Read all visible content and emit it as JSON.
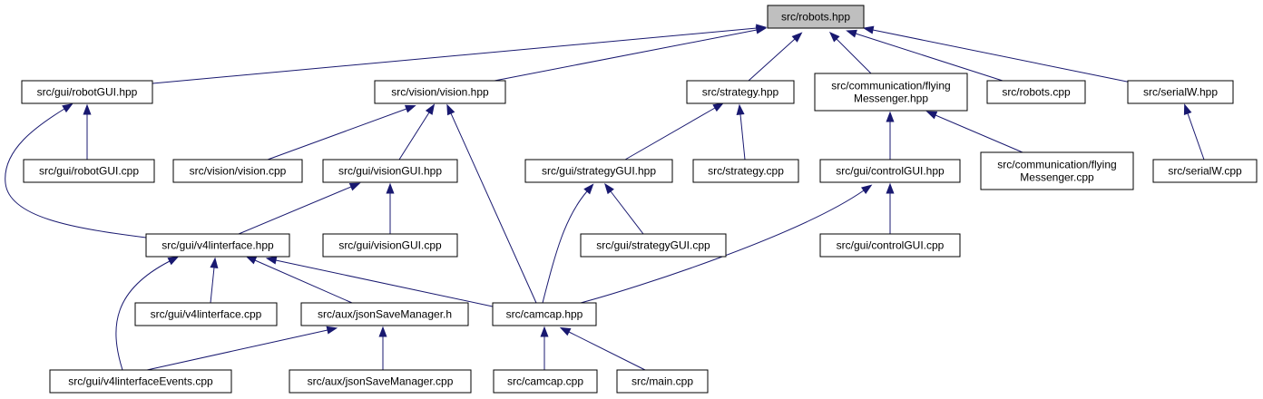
{
  "diagram": {
    "colors": {
      "edge": "#191970",
      "root_fill": "#bfbfbf",
      "node_fill": "#ffffff",
      "node_stroke": "#000000"
    },
    "nodes": [
      {
        "id": "robots_hpp",
        "lines": [
          "src/robots.hpp"
        ],
        "root": true
      },
      {
        "id": "robotGUI_hpp",
        "lines": [
          "src/gui/robotGUI.hpp"
        ]
      },
      {
        "id": "vision_hpp",
        "lines": [
          "src/vision/vision.hpp"
        ]
      },
      {
        "id": "strategy_hpp",
        "lines": [
          "src/strategy.hpp"
        ]
      },
      {
        "id": "flyingMessenger_hpp",
        "lines": [
          "src/communication/flying",
          "Messenger.hpp"
        ]
      },
      {
        "id": "robots_cpp",
        "lines": [
          "src/robots.cpp"
        ]
      },
      {
        "id": "serialW_hpp",
        "lines": [
          "src/serialW.hpp"
        ]
      },
      {
        "id": "robotGUI_cpp",
        "lines": [
          "src/gui/robotGUI.cpp"
        ]
      },
      {
        "id": "vision_cpp",
        "lines": [
          "src/vision/vision.cpp"
        ]
      },
      {
        "id": "visionGUI_hpp",
        "lines": [
          "src/gui/visionGUI.hpp"
        ]
      },
      {
        "id": "strategyGUI_hpp",
        "lines": [
          "src/gui/strategyGUI.hpp"
        ]
      },
      {
        "id": "strategy_cpp",
        "lines": [
          "src/strategy.cpp"
        ]
      },
      {
        "id": "controlGUI_hpp",
        "lines": [
          "src/gui/controlGUI.hpp"
        ]
      },
      {
        "id": "flyingMessenger_cpp",
        "lines": [
          "src/communication/flying",
          "Messenger.cpp"
        ]
      },
      {
        "id": "serialW_cpp",
        "lines": [
          "src/serialW.cpp"
        ]
      },
      {
        "id": "v4linterface_hpp",
        "lines": [
          "src/gui/v4linterface.hpp"
        ]
      },
      {
        "id": "visionGUI_cpp",
        "lines": [
          "src/gui/visionGUI.cpp"
        ]
      },
      {
        "id": "strategyGUI_cpp",
        "lines": [
          "src/gui/strategyGUI.cpp"
        ]
      },
      {
        "id": "controlGUI_cpp",
        "lines": [
          "src/gui/controlGUI.cpp"
        ]
      },
      {
        "id": "v4linterface_cpp",
        "lines": [
          "src/gui/v4linterface.cpp"
        ]
      },
      {
        "id": "jsonSaveManager_h",
        "lines": [
          "src/aux/jsonSaveManager.h"
        ]
      },
      {
        "id": "camcap_hpp",
        "lines": [
          "src/camcap.hpp"
        ]
      },
      {
        "id": "v4linterfaceEvents_cpp",
        "lines": [
          "src/gui/v4linterfaceEvents.cpp"
        ]
      },
      {
        "id": "jsonSaveManager_cpp",
        "lines": [
          "src/aux/jsonSaveManager.cpp"
        ]
      },
      {
        "id": "camcap_cpp",
        "lines": [
          "src/camcap.cpp"
        ]
      },
      {
        "id": "main_cpp",
        "lines": [
          "src/main.cpp"
        ]
      }
    ],
    "edges": [
      {
        "from": "robotGUI_hpp",
        "to": "robots_hpp"
      },
      {
        "from": "vision_hpp",
        "to": "robots_hpp"
      },
      {
        "from": "strategy_hpp",
        "to": "robots_hpp"
      },
      {
        "from": "flyingMessenger_hpp",
        "to": "robots_hpp"
      },
      {
        "from": "robots_cpp",
        "to": "robots_hpp"
      },
      {
        "from": "serialW_hpp",
        "to": "robots_hpp"
      },
      {
        "from": "robotGUI_cpp",
        "to": "robotGUI_hpp"
      },
      {
        "from": "v4linterface_hpp",
        "to": "robotGUI_hpp"
      },
      {
        "from": "vision_cpp",
        "to": "vision_hpp"
      },
      {
        "from": "visionGUI_hpp",
        "to": "vision_hpp"
      },
      {
        "from": "camcap_hpp",
        "to": "vision_hpp"
      },
      {
        "from": "strategyGUI_hpp",
        "to": "strategy_hpp"
      },
      {
        "from": "strategy_cpp",
        "to": "strategy_hpp"
      },
      {
        "from": "controlGUI_hpp",
        "to": "flyingMessenger_hpp"
      },
      {
        "from": "flyingMessenger_cpp",
        "to": "flyingMessenger_hpp"
      },
      {
        "from": "serialW_cpp",
        "to": "serialW_hpp"
      },
      {
        "from": "v4linterface_hpp",
        "to": "visionGUI_hpp"
      },
      {
        "from": "visionGUI_cpp",
        "to": "visionGUI_hpp"
      },
      {
        "from": "strategyGUI_cpp",
        "to": "strategyGUI_hpp"
      },
      {
        "from": "camcap_hpp",
        "to": "strategyGUI_hpp"
      },
      {
        "from": "controlGUI_cpp",
        "to": "controlGUI_hpp"
      },
      {
        "from": "camcap_hpp",
        "to": "controlGUI_hpp"
      },
      {
        "from": "v4linterface_cpp",
        "to": "v4linterface_hpp"
      },
      {
        "from": "jsonSaveManager_h",
        "to": "v4linterface_hpp"
      },
      {
        "from": "camcap_hpp",
        "to": "v4linterface_hpp"
      },
      {
        "from": "v4linterfaceEvents_cpp",
        "to": "v4linterface_hpp"
      },
      {
        "from": "v4linterfaceEvents_cpp",
        "to": "jsonSaveManager_h"
      },
      {
        "from": "jsonSaveManager_cpp",
        "to": "jsonSaveManager_h"
      },
      {
        "from": "camcap_cpp",
        "to": "camcap_hpp"
      },
      {
        "from": "main_cpp",
        "to": "camcap_hpp"
      }
    ]
  }
}
